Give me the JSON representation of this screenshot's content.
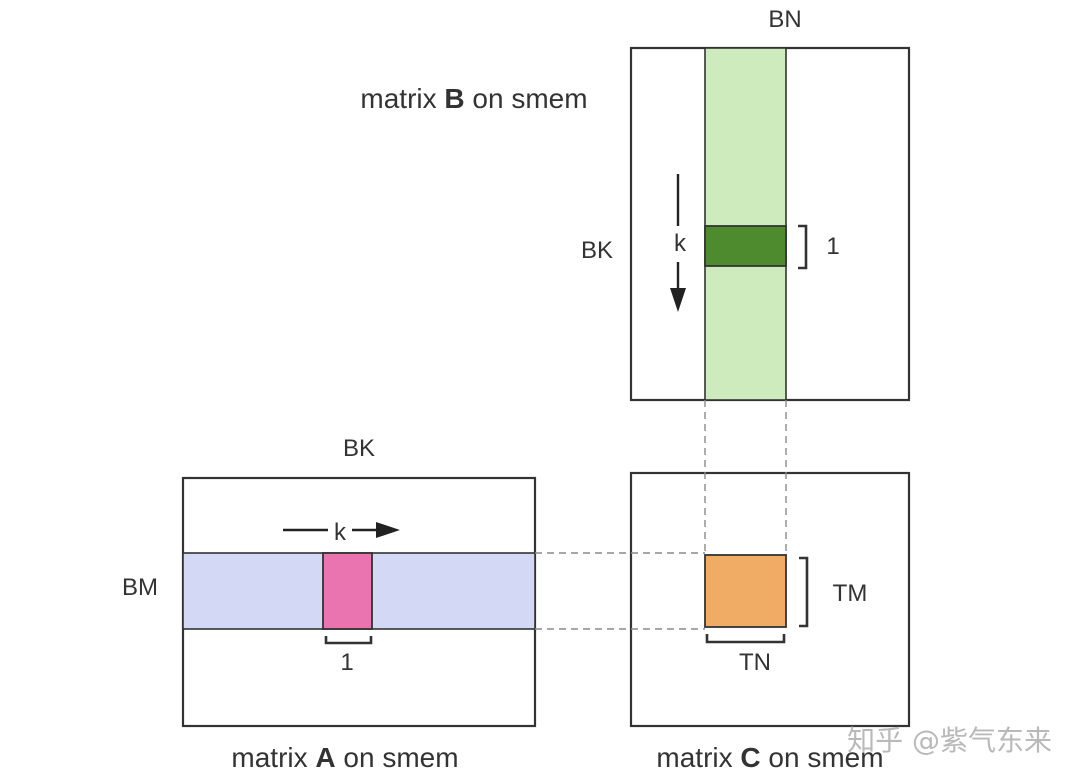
{
  "matrix_b": {
    "caption_prefix": "matrix ",
    "caption_letter": "B",
    "caption_suffix": " on smem",
    "top_label": "BN",
    "side_label": "BK",
    "arrow_label": "k",
    "slice_label": "1"
  },
  "matrix_a": {
    "caption_prefix": "matrix ",
    "caption_letter": "A",
    "caption_suffix": " on smem",
    "top_label": "BK",
    "side_label": "BM",
    "arrow_label": "k",
    "slice_label": "1"
  },
  "matrix_c": {
    "caption_prefix": "matrix ",
    "caption_letter": "C",
    "caption_suffix": " on smem",
    "height_label": "TM",
    "width_label": "TN"
  },
  "watermark": "知乎 @紫气东来",
  "colors": {
    "b_column": "#cdebbd",
    "b_slice": "#4e8a2e",
    "a_row": "#d3d8f5",
    "a_slice": "#ea74b0",
    "c_tile": "#f0ac64",
    "outline": "#333333",
    "guide": "#8a8a8a"
  }
}
